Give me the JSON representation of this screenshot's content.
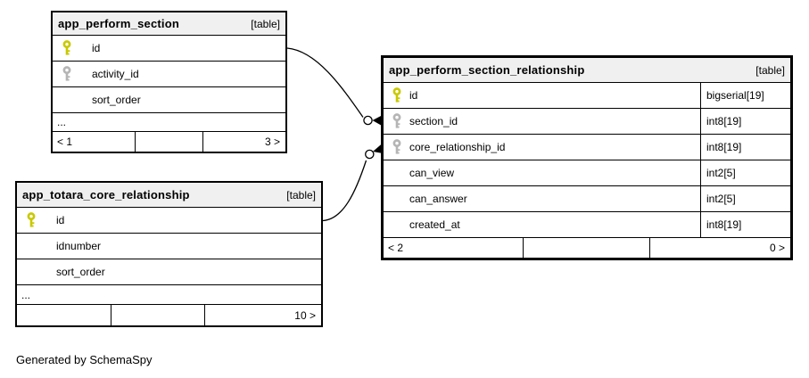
{
  "credit": "Generated by SchemaSpy",
  "colors": {
    "primary-key": "#c9c900",
    "foreign-key": "#b5b5b5",
    "header-bg": "#f0f0f0",
    "table-border": "#000000",
    "canvas-bg": "#ffffff"
  },
  "tables": [
    {
      "title": "app_perform_section",
      "tag": "[table]",
      "columns": [
        {
          "name": "id",
          "key": "primary"
        },
        {
          "name": "activity_id",
          "key": "foreign"
        },
        {
          "name": "sort_order",
          "key": "none"
        }
      ],
      "more_indicator": "...",
      "pager": {
        "left": "< 1",
        "middle": "",
        "right": "3 >"
      }
    },
    {
      "title": "app_totara_core_relationship",
      "tag": "[table]",
      "columns": [
        {
          "name": "id",
          "key": "primary"
        },
        {
          "name": "idnumber",
          "key": "none"
        },
        {
          "name": "sort_order",
          "key": "none"
        }
      ],
      "more_indicator": "...",
      "pager": {
        "left": "",
        "middle": "",
        "right": "10 >"
      }
    },
    {
      "title": "app_perform_section_relationship",
      "tag": "[table]",
      "columns": [
        {
          "name": "id",
          "type": "bigserial[19]",
          "key": "primary"
        },
        {
          "name": "section_id",
          "type": "int8[19]",
          "key": "foreign"
        },
        {
          "name": "core_relationship_id",
          "type": "int8[19]",
          "key": "foreign"
        },
        {
          "name": "can_view",
          "type": "int2[5]",
          "key": "none"
        },
        {
          "name": "can_answer",
          "type": "int2[5]",
          "key": "none"
        },
        {
          "name": "created_at",
          "type": "int8[19]",
          "key": "none"
        }
      ],
      "pager": {
        "left": "< 2",
        "middle": "",
        "right": "0 >"
      }
    }
  ],
  "relationships": [
    {
      "from_table": "app_perform_section",
      "from_column": "id",
      "to_table": "app_perform_section_relationship",
      "to_column": "section_id"
    },
    {
      "from_table": "app_totara_core_relationship",
      "from_column": "id",
      "to_table": "app_perform_section_relationship",
      "to_column": "core_relationship_id"
    }
  ]
}
